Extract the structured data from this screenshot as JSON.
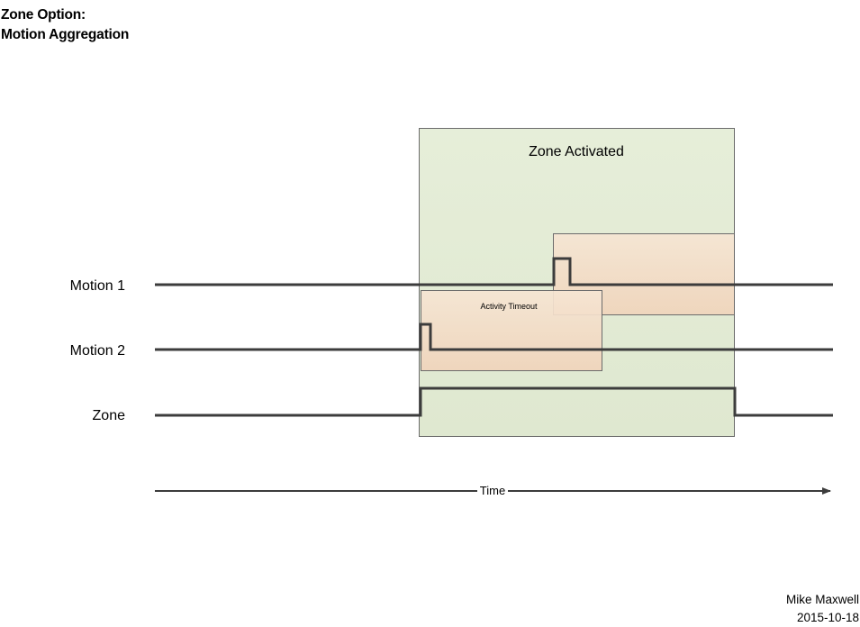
{
  "title": {
    "line1": "Zone Option:",
    "line2": "Motion Aggregation"
  },
  "signals": {
    "motion1": "Motion 1",
    "motion2": "Motion 2",
    "zone": "Zone"
  },
  "regions": {
    "zone_activated": "Zone Activated",
    "activity_timeout": "Activity Timeout"
  },
  "axis": {
    "time": "Time"
  },
  "author": {
    "name": "Mike Maxwell",
    "date": "2015-10-18"
  },
  "colors": {
    "zone_fill": "#e3ebd5",
    "zone_border": "#6b6b6b",
    "timeout_fill_top": "#fbe8d8",
    "timeout_fill_bottom": "#f2d6bd",
    "signal_line": "#3c3c3c"
  }
}
